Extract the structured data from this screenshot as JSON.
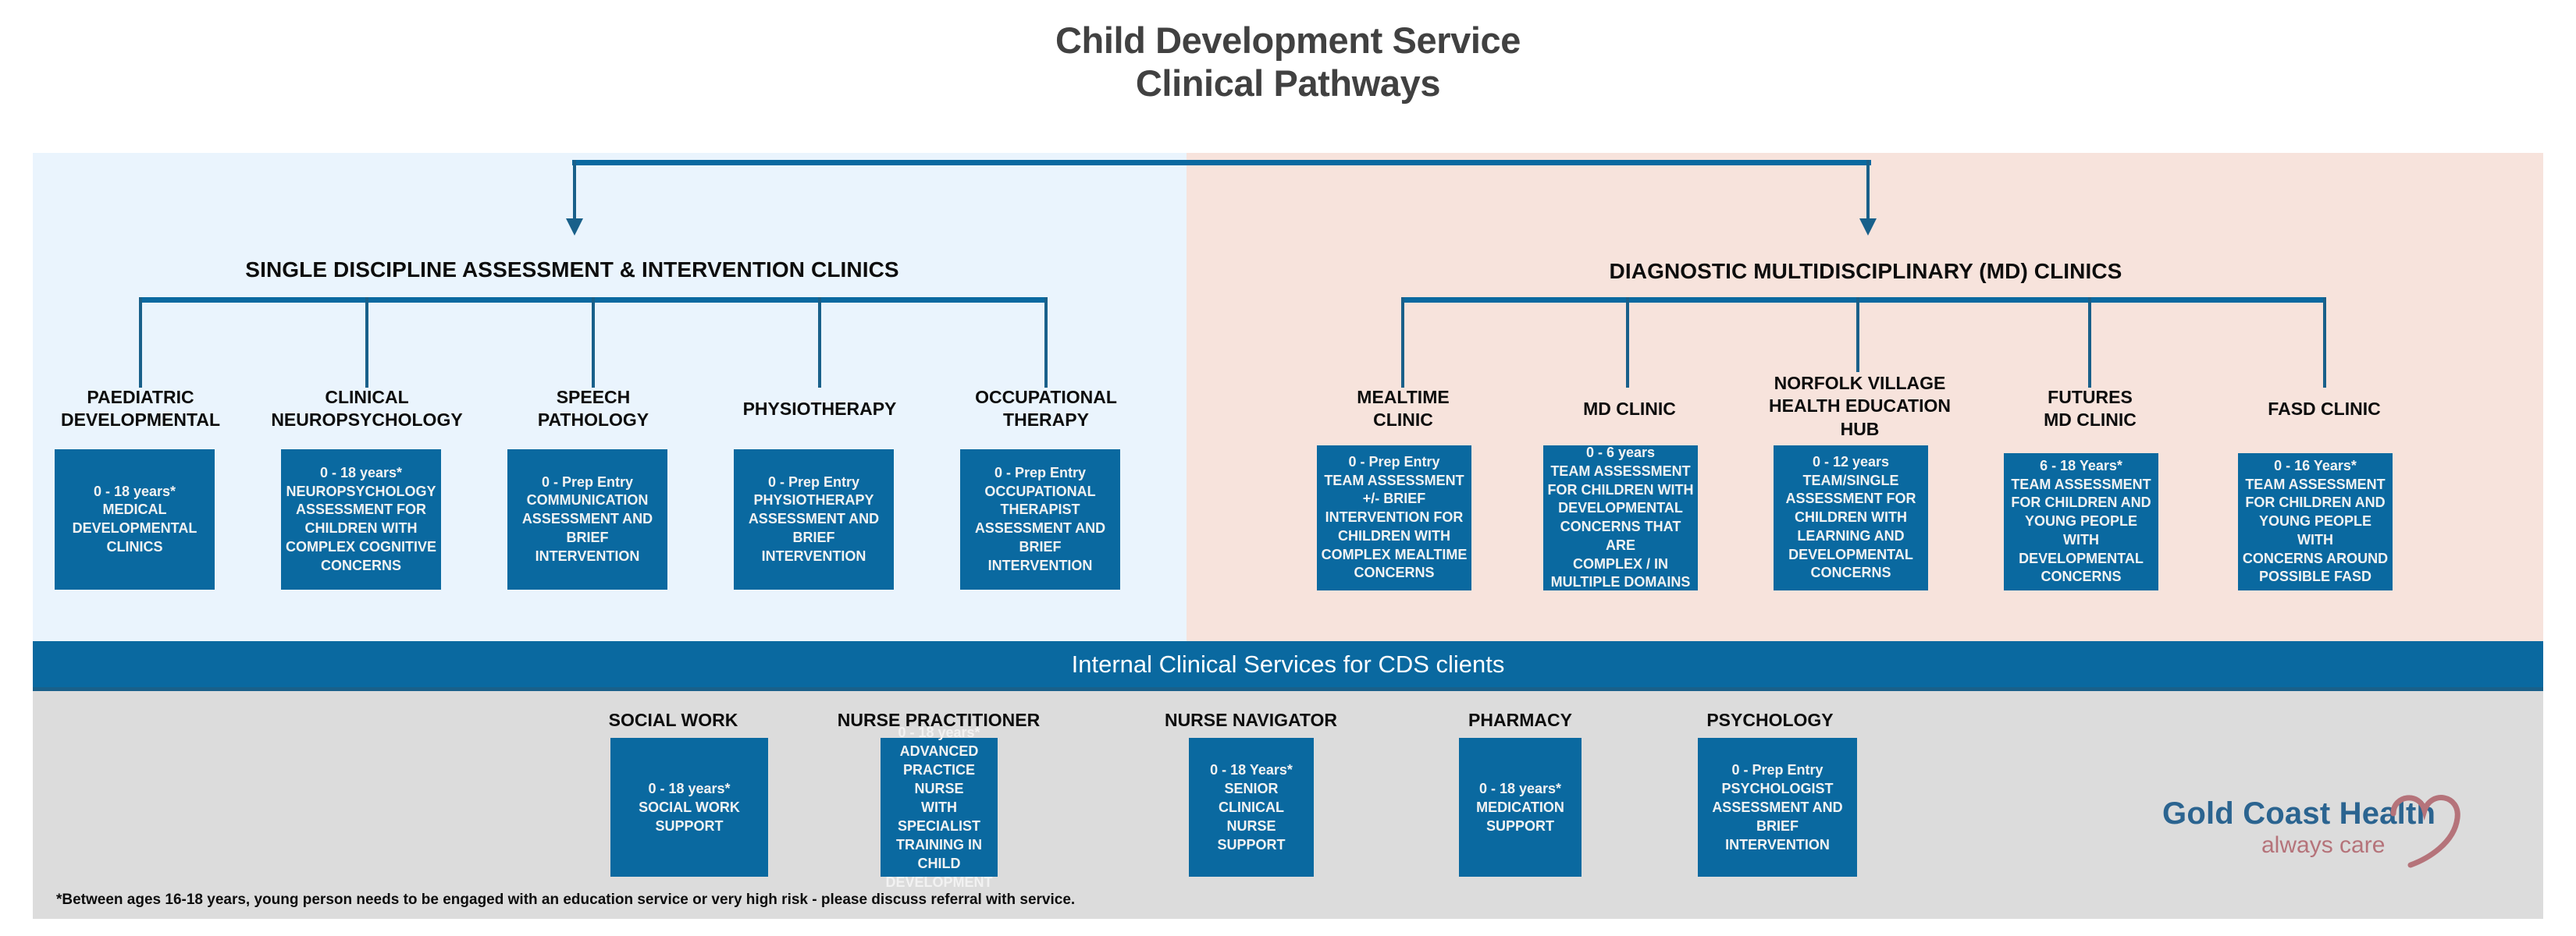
{
  "title": {
    "line1": "Child Development Service",
    "line2": "Clinical Pathways"
  },
  "colors": {
    "brand_blue": "#0a69a0",
    "connector_blue": "#19608a",
    "panel_left_bg": "#eaf4fd",
    "panel_right_bg": "#f7e3dc",
    "panel_bottom_bg": "#dcdcdc",
    "box_text": "#f2f2f2",
    "title_text": "#414141",
    "logo_blue": "#2b6490",
    "logo_rose": "#b5737a"
  },
  "left_section": {
    "heading": "SINGLE DISCIPLINE ASSESSMENT & INTERVENTION CLINICS",
    "clinics": [
      {
        "label_lines": [
          "PAEDIATRIC",
          "DEVELOPMENTAL"
        ],
        "age": "0 - 18 years*",
        "desc_lines": [
          "MEDICAL",
          "DEVELOPMENTAL",
          "CLINICS"
        ]
      },
      {
        "label_lines": [
          "CLINICAL",
          "NEUROPSYCHOLOGY"
        ],
        "age": "0 - 18 years*",
        "desc_lines": [
          "NEUROPSYCHOLOGY",
          "ASSESSMENT FOR",
          "CHILDREN WITH",
          "COMPLEX COGNITIVE",
          "CONCERNS"
        ]
      },
      {
        "label_lines": [
          "SPEECH",
          "PATHOLOGY"
        ],
        "age": "0 - Prep Entry",
        "desc_lines": [
          "COMMUNICATION",
          "ASSESSMENT AND",
          "BRIEF",
          "INTERVENTION"
        ]
      },
      {
        "label_lines": [
          "PHYSIOTHERAPY"
        ],
        "age": "0 - Prep Entry",
        "desc_lines": [
          "PHYSIOTHERAPY",
          "ASSESSMENT AND",
          "BRIEF",
          "INTERVENTION"
        ]
      },
      {
        "label_lines": [
          "OCCUPATIONAL",
          "THERAPY"
        ],
        "age": "0 - Prep Entry",
        "desc_lines": [
          "OCCUPATIONAL",
          "THERAPIST",
          "ASSESSMENT AND",
          "BRIEF",
          "INTERVENTION"
        ]
      }
    ]
  },
  "right_section": {
    "heading": "DIAGNOSTIC  MULTIDISCIPLINARY (MD) CLINICS",
    "clinics": [
      {
        "label_lines": [
          "MEALTIME",
          "CLINIC"
        ],
        "age": "0 - Prep Entry",
        "desc_lines": [
          "TEAM ASSESSMENT",
          "+/- BRIEF",
          "INTERVENTION FOR",
          "CHILDREN WITH",
          "COMPLEX MEALTIME",
          "CONCERNS"
        ]
      },
      {
        "label_lines": [
          "MD CLINIC"
        ],
        "age": "0 - 6 years",
        "desc_lines": [
          "TEAM ASSESSMENT",
          "FOR CHILDREN WITH",
          "DEVELOPMENTAL",
          "CONCERNS THAT ARE",
          "COMPLEX / IN",
          "MULTIPLE DOMAINS"
        ]
      },
      {
        "label_lines": [
          "NORFOLK VILLAGE",
          "HEALTH EDUCATION",
          "HUB"
        ],
        "age": "0 - 12 years",
        "desc_lines": [
          "TEAM/SINGLE",
          "ASSESSMENT FOR",
          "CHILDREN WITH",
          "LEARNING AND",
          "DEVELOPMENTAL",
          "CONCERNS"
        ]
      },
      {
        "label_lines": [
          "FUTURES",
          "MD CLINIC"
        ],
        "age": "6 - 18 Years*",
        "desc_lines": [
          "TEAM ASSESSMENT",
          "FOR CHILDREN AND",
          "YOUNG PEOPLE WITH",
          "DEVELOPMENTAL",
          "CONCERNS"
        ]
      },
      {
        "label_lines": [
          "FASD CLINIC"
        ],
        "age": "0 - 16 Years*",
        "desc_lines": [
          "TEAM ASSESSMENT",
          "FOR CHILDREN AND",
          "YOUNG PEOPLE WITH",
          "CONCERNS AROUND",
          "POSSIBLE FASD"
        ]
      }
    ]
  },
  "banner": {
    "text": "Internal Clinical Services for CDS clients"
  },
  "internal_services": [
    {
      "label": "SOCIAL WORK",
      "age": "0 - 18 years*",
      "desc_lines": [
        "SOCIAL WORK",
        "SUPPORT"
      ]
    },
    {
      "label": "NURSE  PRACTITIONER",
      "age": "0 - 18 years*",
      "desc_lines": [
        "ADVANCED",
        "PRACTICE NURSE",
        "WITH SPECIALIST",
        "TRAINING IN CHILD",
        "DEVELOPMENT"
      ]
    },
    {
      "label": "NURSE  NAVIGATOR",
      "age": "0 - 18 Years*",
      "desc_lines": [
        "SENIOR CLINICAL",
        "NURSE SUPPORT"
      ]
    },
    {
      "label": "PHARMACY",
      "age": "0 - 18 years*",
      "desc_lines": [
        "MEDICATION",
        "SUPPORT"
      ]
    },
    {
      "label": "PSYCHOLOGY",
      "age": "0 - Prep Entry",
      "desc_lines": [
        "PSYCHOLOGIST",
        "ASSESSMENT AND",
        "BRIEF",
        "INTERVENTION"
      ]
    }
  ],
  "footnote": "*Between ages 16-18 years, young person needs to be engaged with an education service or very high risk - please discuss referral with service.",
  "logo": {
    "main": "Gold Coast Health",
    "sub": "always care"
  }
}
